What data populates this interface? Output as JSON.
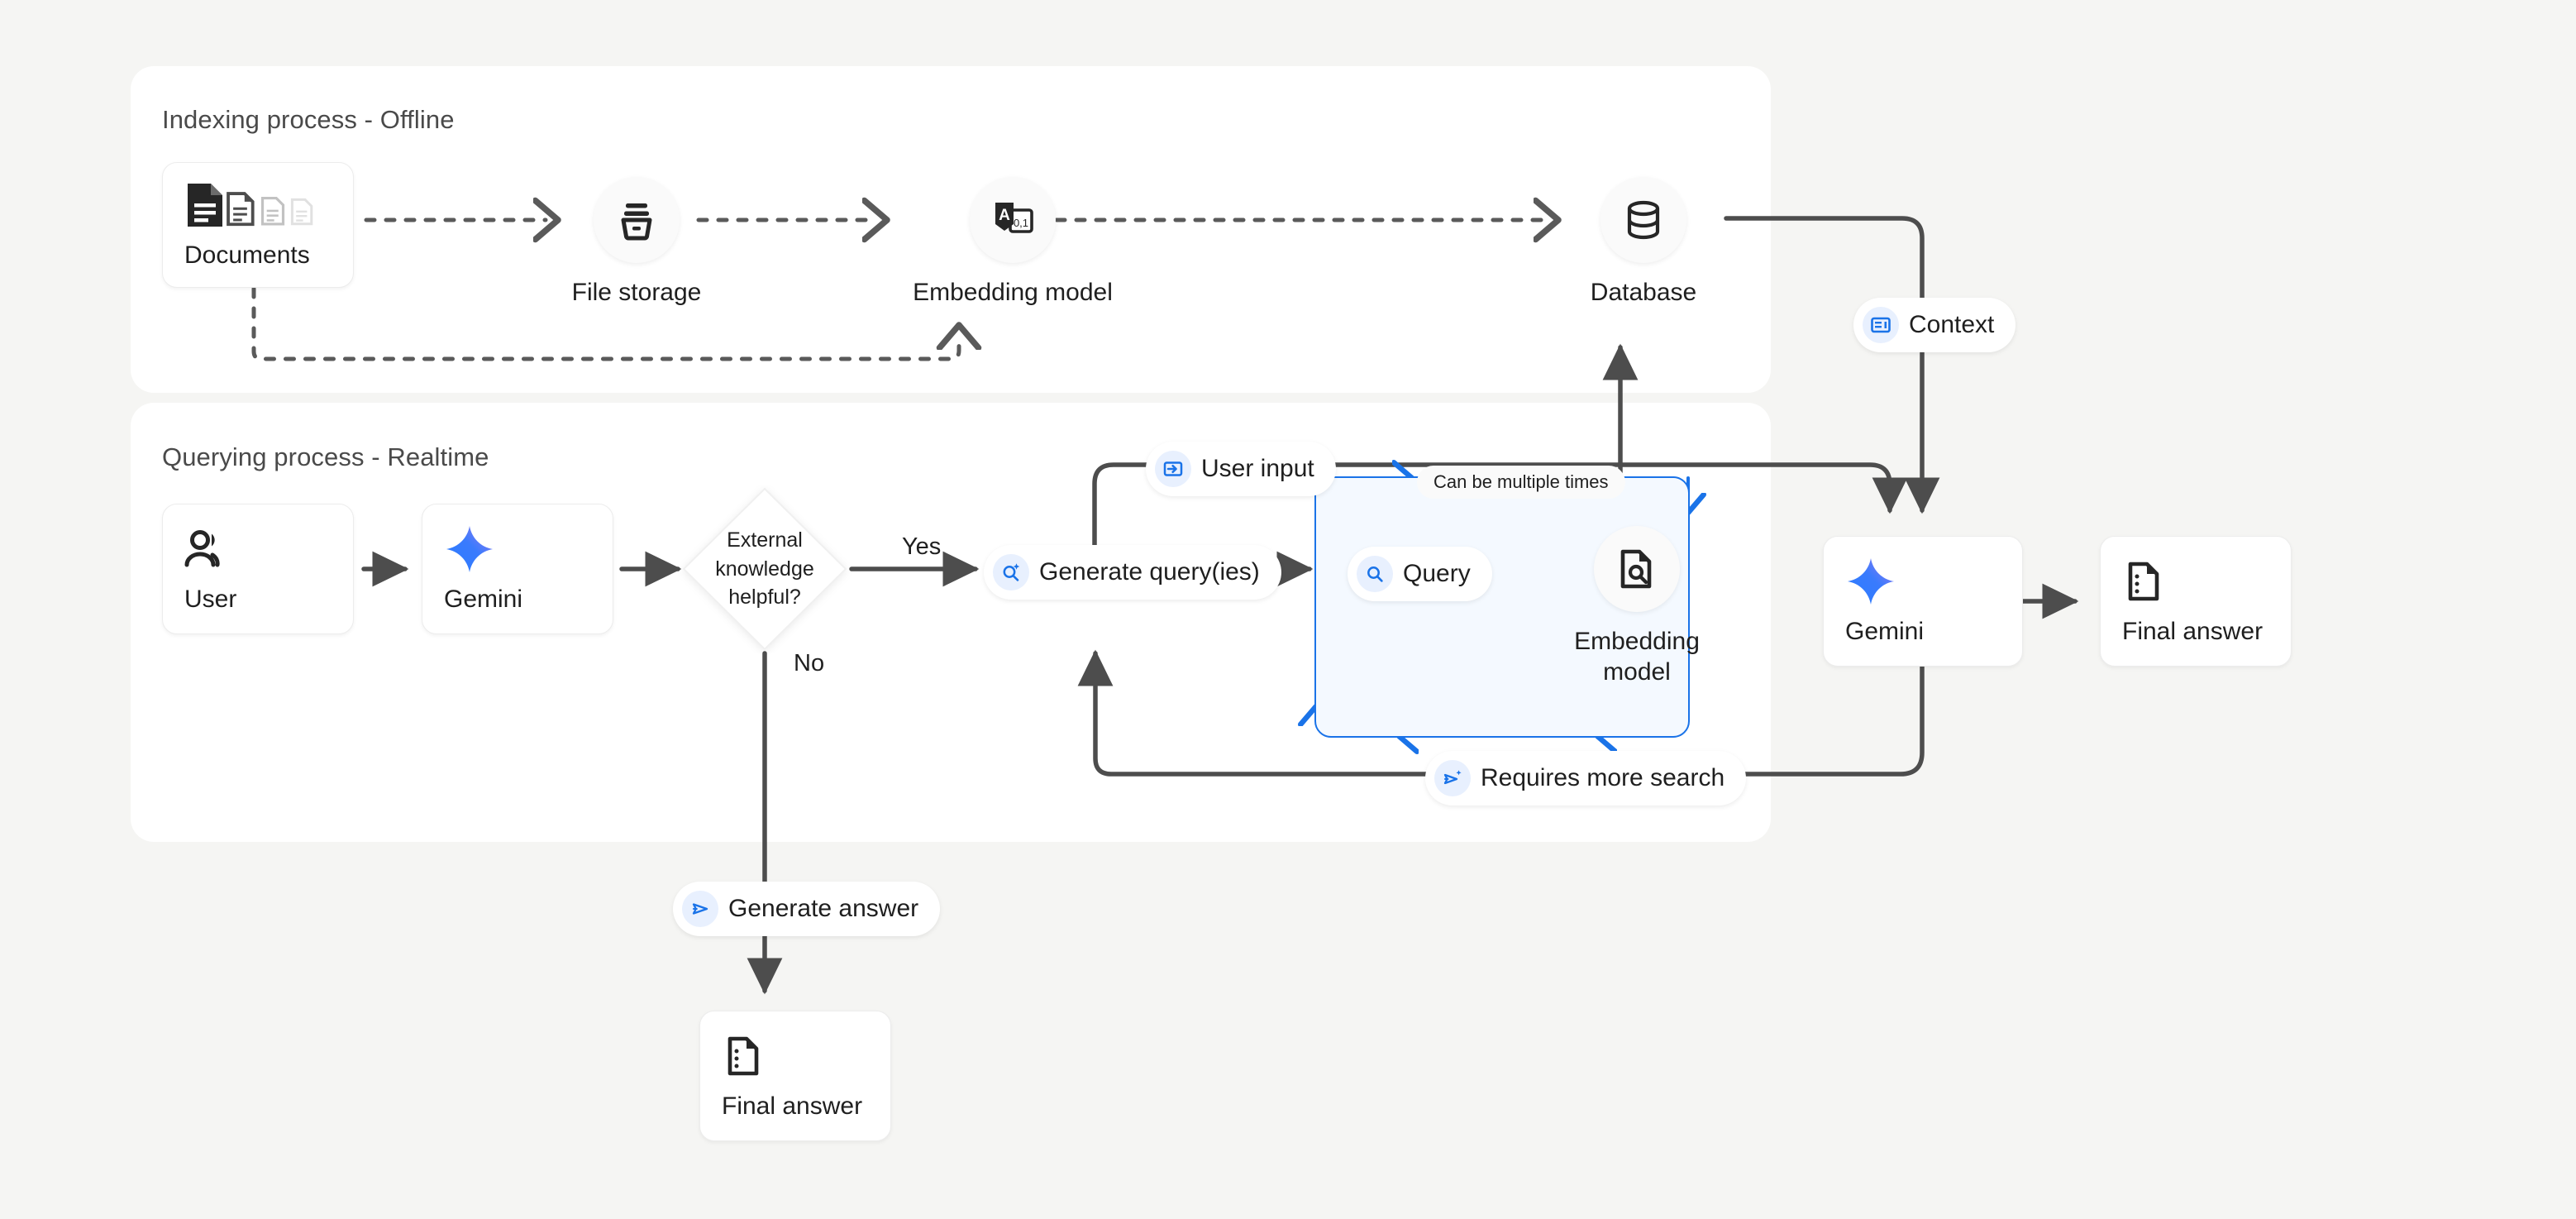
{
  "diagram": {
    "title_hidden": "",
    "background_color": "#f5f5f3",
    "accent_blue": "#1a73e8",
    "line_color": "#4d4d4d"
  },
  "sections": [
    {
      "id": "indexing",
      "title": "Indexing process - Offline"
    },
    {
      "id": "querying",
      "title": "Querying process - Realtime"
    }
  ],
  "indexing": {
    "documents_card": {
      "label": "Documents",
      "icon": "documents-icon"
    },
    "file_storage": {
      "label": "File storage",
      "icon": "file-storage-icon"
    },
    "embedding_model": {
      "label": "Embedding model",
      "icon": "embedding-model-icon",
      "icon_text_a": "A",
      "icon_text_vec": "0,1"
    },
    "database": {
      "label": "Database",
      "icon": "database-icon"
    }
  },
  "querying": {
    "user_card": {
      "label": "User",
      "icon": "users-icon"
    },
    "gemini_card": {
      "label": "Gemini",
      "icon": "gemini-sparkle-icon"
    },
    "decision": {
      "line1": "External",
      "line2": "knowledge",
      "line3": "helpful?"
    },
    "yes_label": "Yes",
    "no_label": "No",
    "generate_query_pill": {
      "label": "Generate query(ies)",
      "icon": "search-sparkle-icon"
    },
    "loop": {
      "caption": "Can be multiple times",
      "query_pill": {
        "label": "Query",
        "icon": "search-icon"
      },
      "embedding_model": {
        "label_line1": "Embedding",
        "label_line2": "model",
        "icon": "document-search-icon"
      }
    },
    "gemini_final_card": {
      "label": "Gemini",
      "icon": "gemini-sparkle-icon"
    },
    "final_answer_card_right": {
      "label": "Final answer",
      "icon": "answer-document-icon"
    },
    "final_answer_card_bottom": {
      "label": "Final answer",
      "icon": "answer-document-icon"
    }
  },
  "badges": {
    "context": {
      "label": "Context",
      "icon": "context-panel-icon"
    },
    "user_input": {
      "label": "User input",
      "icon": "login-arrow-icon"
    },
    "requires_more_search": {
      "label": "Requires more search",
      "icon": "send-sparkle-icon"
    },
    "generate_answer": {
      "label": "Generate answer",
      "icon": "send-icon"
    }
  }
}
